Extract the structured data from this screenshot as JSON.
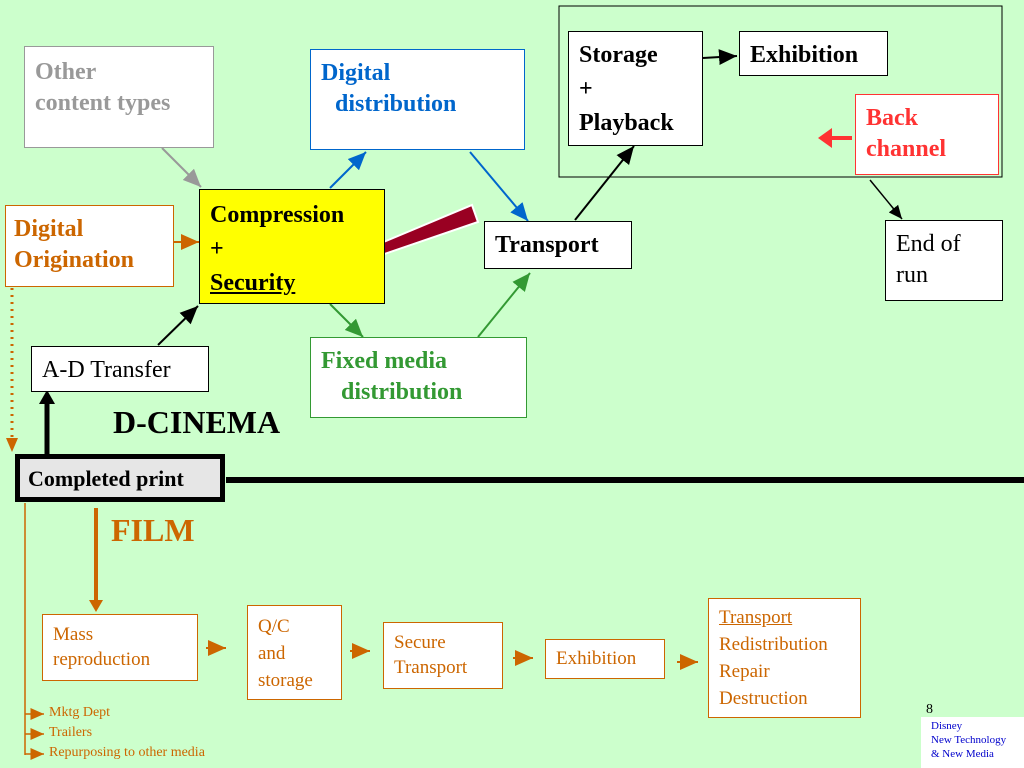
{
  "digital": {
    "other_content": [
      "Other",
      "content types"
    ],
    "digital_distribution": [
      "Digital",
      "distribution"
    ],
    "storage_playback": [
      "Storage",
      "+",
      "Playback"
    ],
    "exhibition": "Exhibition",
    "back_channel": [
      "Back",
      "channel"
    ],
    "digital_origination": [
      "Digital",
      "Origination"
    ],
    "compression": [
      "Compression",
      "+",
      "Security"
    ],
    "transport": "Transport",
    "end_of_run": [
      "End of",
      "run"
    ],
    "ad_transfer": "A-D Transfer",
    "fixed_media": [
      "Fixed media",
      "distribution"
    ],
    "dcinema_label": "D-CINEMA"
  },
  "center": {
    "completed_print": "Completed print"
  },
  "film": {
    "label": "FILM",
    "mass_reproduction": [
      "Mass",
      "reproduction"
    ],
    "qc_storage": [
      "Q/C",
      "and",
      "storage"
    ],
    "secure_transport": [
      "Secure",
      "Transport"
    ],
    "exhibition": "Exhibition",
    "transport_list": [
      "Transport",
      "Redistribution",
      "Repair",
      "Destruction"
    ],
    "side_list": [
      "Mktg Dept",
      "Trailers",
      "Repurposing to other media"
    ]
  },
  "footer": {
    "page_number": "8",
    "credit": [
      "Disney",
      "New Technology",
      "& New Media"
    ]
  },
  "colors": {
    "background": "#ccffcc",
    "gray": "#999999",
    "blue": "#0066cc",
    "orange": "#cc6600",
    "green": "#339933",
    "red": "#ff3333",
    "dark_red": "#990022",
    "yellow": "#ffff00"
  }
}
